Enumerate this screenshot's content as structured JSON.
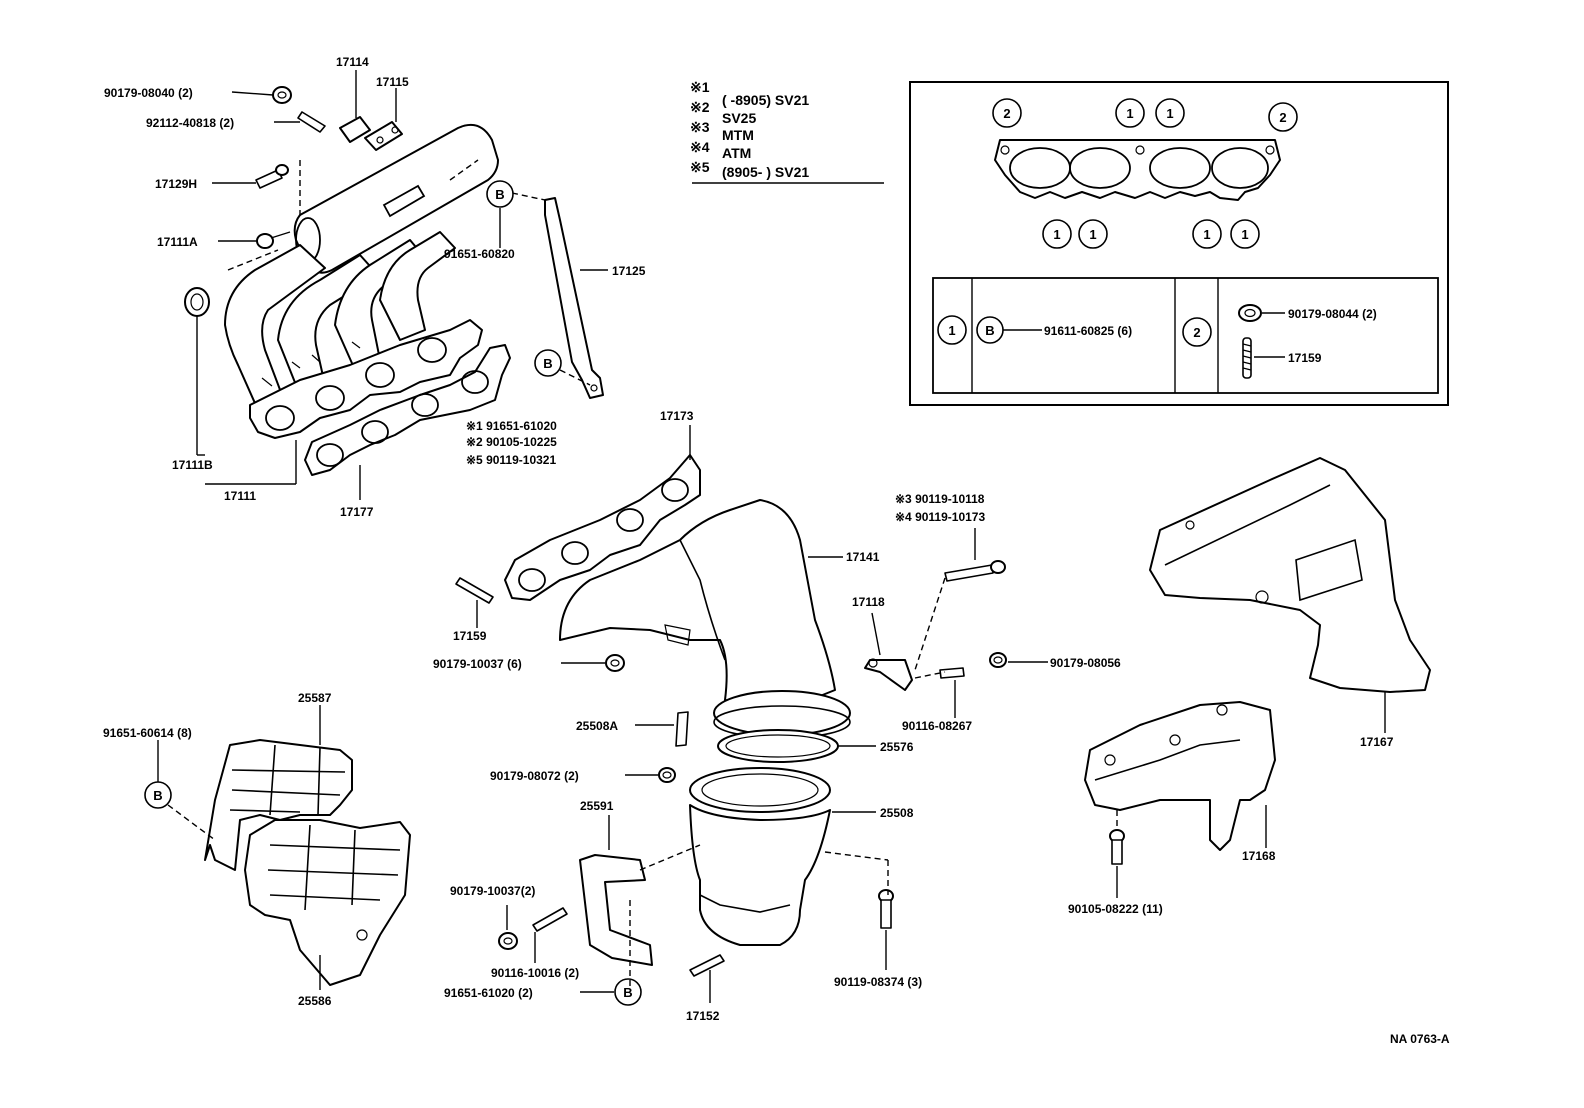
{
  "labels": {
    "l_9017908040": "90179-08040 (2)",
    "l_17114": "17114",
    "l_17115": "17115",
    "l_9211240818": "92112-40818 (2)",
    "l_17129H": "17129H",
    "l_17111A": "17111A",
    "l_9165160820": "91651-60820",
    "l_17125": "17125",
    "l_17111B": "17111B",
    "l_17111": "17111",
    "l_17177": "17177",
    "l_note1": "※1 91651-61020",
    "l_note2": "※2 90105-10225",
    "l_note5": "※5 90119-10321",
    "l_17173": "17173",
    "l_17141": "17141",
    "l_note3": "※3 90119-10118",
    "l_note4": "※4 90119-10173",
    "l_17118": "17118",
    "l_17159b": "17159",
    "l_9017910037": "90179-10037 (6)",
    "l_9017908056": "90179-08056",
    "l_9011608267": "90116-08267",
    "l_25587": "25587",
    "l_9165160614": "91651-60614 (8)",
    "l_25508A": "25508A",
    "l_25576": "25576",
    "l_9017908072": "90179-08072 (2)",
    "l_25508": "25508",
    "l_25591": "25591",
    "l_9017910037b": "90179-10037(2)",
    "l_9011610016": "90116-10016 (2)",
    "l_9165161020": "91651-61020 (2)",
    "l_25586": "25586",
    "l_17152": "17152",
    "l_9011908374": "90119-08374 (3)",
    "l_17167": "17167",
    "l_17168": "17168",
    "l_9010508222": "90105-08222 (11)",
    "l_ref": "NA 0763-A"
  },
  "legend": {
    "r1_mark": "※1",
    "r1_text": "(      -8905) SV21",
    "r2_mark": "※2",
    "r2_text": "SV25",
    "r3_mark": "※3",
    "r3_text": "MTM",
    "r4_mark": "※4",
    "r4_text": "ATM",
    "r5_mark": "※5",
    "r5_text": "(8905-        ) SV21"
  },
  "inset": {
    "c1": "1",
    "c2": "2",
    "cB": "B",
    "part1": "91611-60825 (6)",
    "part2a": "90179-08044 (2)",
    "part2b": "17159"
  },
  "callouts": {
    "B": "B"
  }
}
